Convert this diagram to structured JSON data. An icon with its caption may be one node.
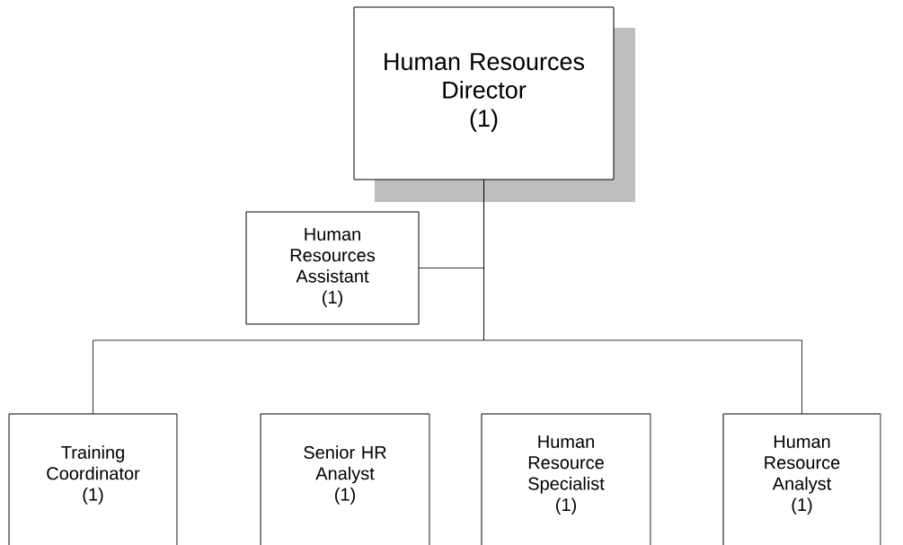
{
  "diagram": {
    "nodes": [
      {
        "text": [
          "Human Resources Director",
          "(1)"
        ]
      },
      {
        "text": [
          "Human Resources Assistant",
          "(1)"
        ]
      },
      {
        "text": [
          "Training Coordinator",
          "(1)"
        ]
      },
      {
        "text": [
          "Senior HR Analyst",
          "(1)"
        ]
      },
      {
        "text": [
          "Human Resource Specialist",
          "(1)"
        ]
      },
      {
        "text": [
          "Human Resource Analyst",
          "(1)"
        ]
      }
    ],
    "edges": [
      {
        "from": 0,
        "to": 1,
        "arrow": "none"
      },
      {
        "from": 0,
        "to": 2,
        "arrow": "none"
      },
      {
        "from": 0,
        "to": 5,
        "arrow": "none"
      }
    ]
  }
}
